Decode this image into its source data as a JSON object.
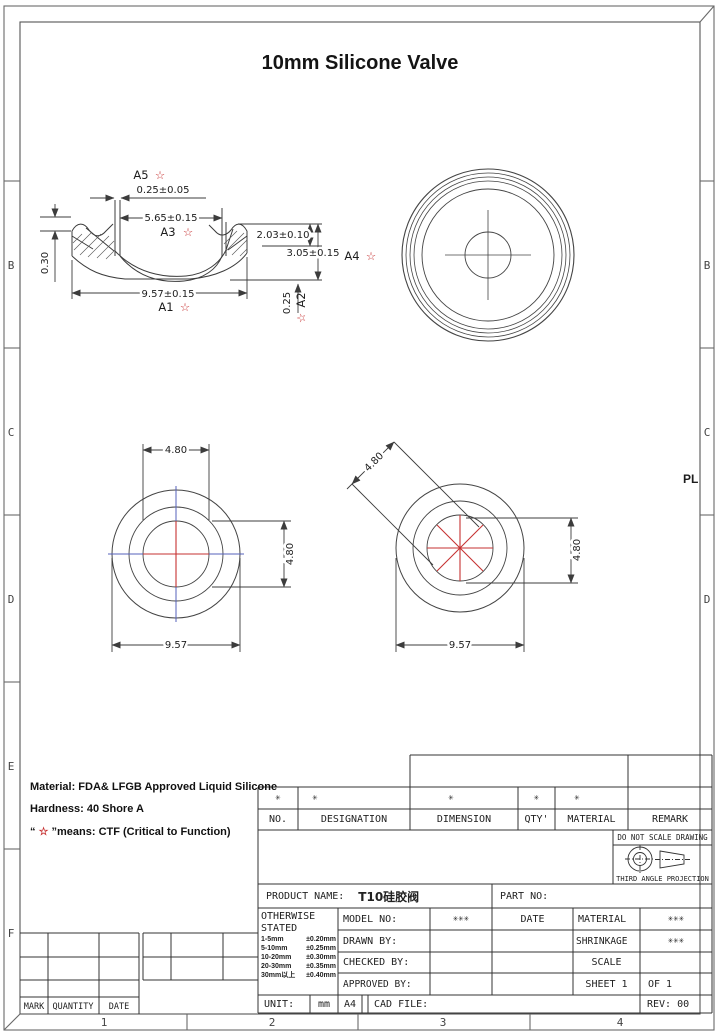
{
  "title": "10mm Silicone Valve",
  "frame": {
    "zones_left": [
      "B",
      "C",
      "D",
      "E",
      "F"
    ],
    "zones_right": [
      "B",
      "C",
      "D"
    ],
    "cols_bottom": [
      "1",
      "2",
      "3",
      "4"
    ],
    "pl_label": "PL"
  },
  "notes": {
    "line1": "Material: FDA& LFGB Approved Liquid Silicone",
    "line2": "Hardness: 40 Shore A",
    "line3_pre": "“ ",
    "line3_star": "☆",
    "line3_post": " ”means: CTF (Critical to Function)"
  },
  "section": {
    "a1": "A1",
    "a2": "A2",
    "a3": "A3",
    "a4": "A4",
    "a5": "A5",
    "star": "☆",
    "dim_slit": "0.25±0.05",
    "dim_top": "5.65±0.15",
    "dim_right_upper": "2.03±0.10",
    "dim_right_lower": "3.05±0.15",
    "dim_left": "0.30",
    "dim_bottom": "9.57±0.15",
    "dim_a2": "0.25"
  },
  "left_view": {
    "dim_top": "4.80",
    "dim_right": "4.80",
    "dim_bottom": "9.57"
  },
  "right_view": {
    "dim_diag": "4.80",
    "dim_right": "4.80",
    "dim_bottom": "9.57"
  },
  "bom": {
    "placeholder": "✳",
    "headers": [
      "NO.",
      "DESIGNATION",
      "DIMENSION",
      "QTY'",
      "MATERIAL",
      "REMARK"
    ]
  },
  "stamp": {
    "do_not_scale": "DO NOT SCALE DRAWING",
    "third_angle": "THIRD ANGLE PROJECTION"
  },
  "title_block": {
    "product_name_label": "PRODUCT NAME:",
    "product_name_value": "T10硅胶阀",
    "part_no_label": "PART NO:",
    "otherwise1": "OTHERWISE",
    "otherwise2": "STATED",
    "tolerances": [
      {
        "range": "1-5mm",
        "tol": "±0.20mm"
      },
      {
        "range": "5-10mm",
        "tol": "±0.25mm"
      },
      {
        "range": "10-20mm",
        "tol": "±0.30mm"
      },
      {
        "range": "20-30mm",
        "tol": "±0.35mm"
      },
      {
        "range": "30mm以上",
        "tol": "±0.40mm"
      }
    ],
    "model_no_label": "MODEL NO:",
    "model_no_value": "✳✳✳",
    "date_label": "DATE",
    "material_label": "MATERIAL",
    "material_value": "✳✳✳",
    "drawn_by_label": "DRAWN BY:",
    "shrinkage_label": "SHRINKAGE",
    "shrinkage_value": "✳✳✳",
    "checked_by_label": "CHECKED BY:",
    "scale_label": "SCALE",
    "approved_by_label": "APPROVED BY:",
    "sheet_label": "SHEET 1",
    "of_label": "OF 1",
    "unit_label": "UNIT:",
    "unit_value": "mm",
    "sheet_size": "A4",
    "cad_file_label": "CAD FILE:",
    "rev_label": "REV: 00"
  },
  "mark_table": {
    "headers": [
      "MARK",
      "QUANTITY",
      "DATE"
    ]
  },
  "colors": {
    "accent_red": "#c63131",
    "centerline_blue": "#5560bb",
    "line": "#3c3c3c"
  }
}
